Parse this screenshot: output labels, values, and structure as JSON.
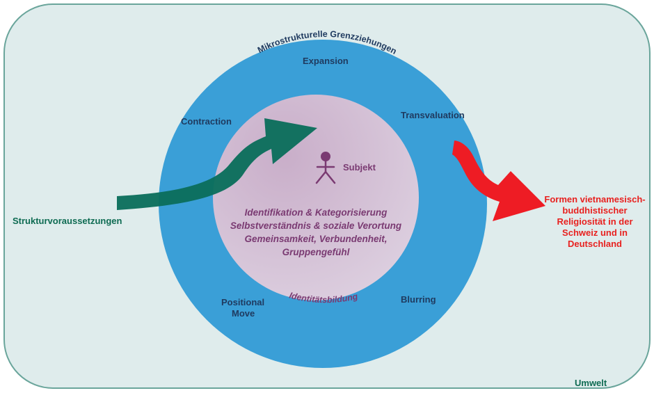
{
  "diagram": {
    "environment_label": "Umwelt",
    "ring_arc_label": "Mikrostrukturelle Grenzziehungen",
    "ring_labels": {
      "expansion": "Expansion",
      "contraction": "Contraction",
      "transvaluation": "Transvaluation",
      "positional_move_line1": "Positional",
      "positional_move_line2": "Move",
      "blurring": "Blurring"
    },
    "subject_label": "Subjekt",
    "inner_lines": [
      "Identifikation & Kategorisierung",
      "Selbstverständnis & soziale Verortung",
      "Gemeinsamkeit, Verbundenheit,",
      "Gruppengefühl"
    ],
    "inner_arc_label": "Identitätsbildung",
    "input_label": "Strukturvoraussetzungen",
    "output_lines": [
      "Formen vietnamesisch-",
      "buddhistischer",
      "Religiosität in der",
      "Schweiz und in",
      "Deutschland"
    ],
    "colors": {
      "environment_fill": "#dfecec",
      "environment_border": "#6aa59b",
      "ring_blue": "#3b9fd6",
      "inner_fill": "#cdb5cf",
      "teal_arrow": "#0b6e5c",
      "red_arrow": "#ee1c24",
      "subject_figure": "#7a3a72"
    }
  }
}
